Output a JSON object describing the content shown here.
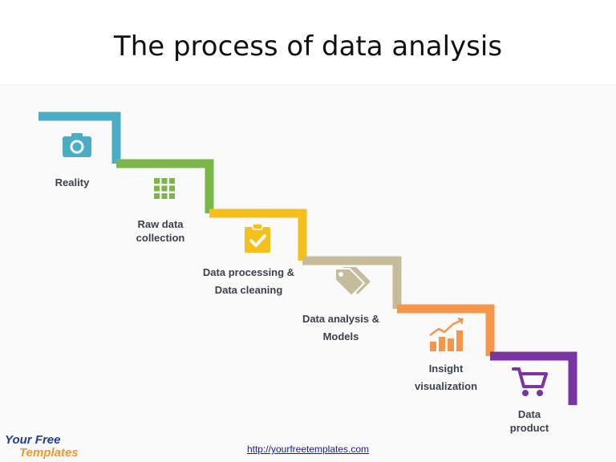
{
  "title": "The process of data analysis",
  "steps": [
    {
      "label_lines": [
        "Reality"
      ],
      "color": "#4bacc6",
      "icon": "camera-icon"
    },
    {
      "label_lines": [
        "Raw data",
        "collection"
      ],
      "color": "#7ab648",
      "icon": "grid-icon"
    },
    {
      "label_lines": [
        "Data processing &",
        "Data cleaning"
      ],
      "color": "#f5bf1c",
      "icon": "clipboard-check-icon"
    },
    {
      "label_lines": [
        "Data analysis &",
        "Models"
      ],
      "color": "#c5bd9a",
      "icon": "tags-icon"
    },
    {
      "label_lines": [
        "Insight",
        "visualization"
      ],
      "color": "#f5964a",
      "icon": "growth-chart-icon"
    },
    {
      "label_lines": [
        "Data",
        "product"
      ],
      "color": "#7a35a2",
      "icon": "shopping-cart-icon"
    }
  ],
  "logo": {
    "line1": "Your Free",
    "line2": "Templates"
  },
  "footer": {
    "url": "http://yourfreetemplates.com"
  }
}
